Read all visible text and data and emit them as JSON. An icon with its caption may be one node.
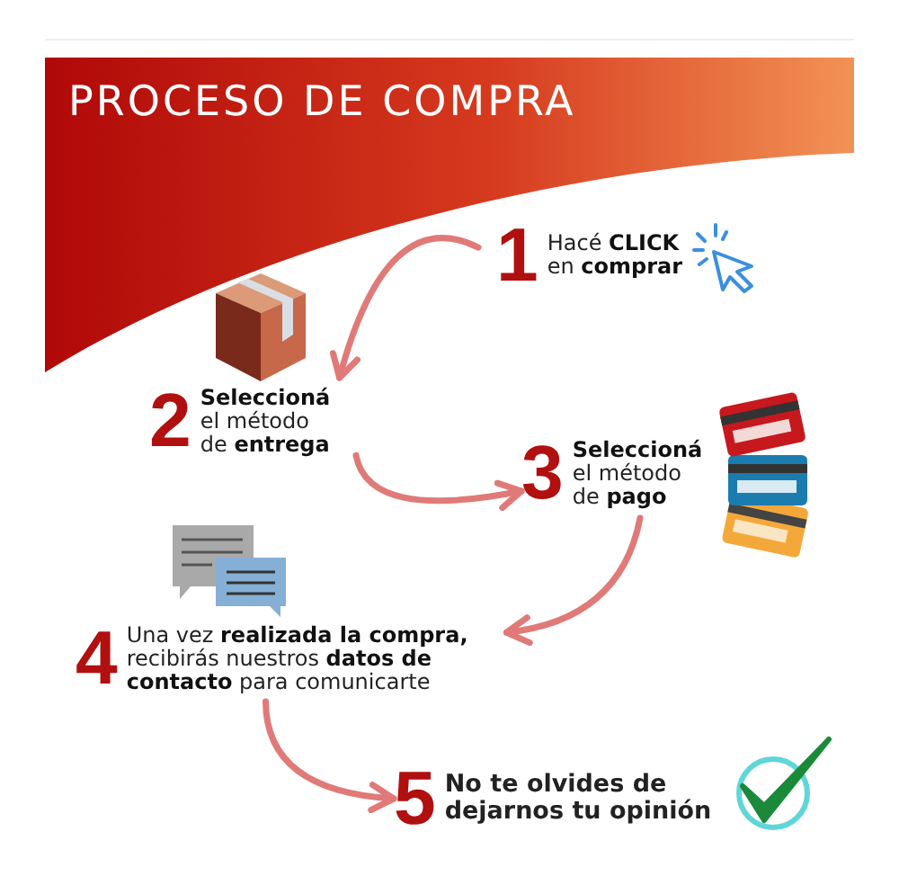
{
  "diagram": {
    "title": "PROCESO DE COMPRA",
    "nodes": [
      {
        "text": [
          "1",
          "Hacé **CLICK** en **comprar**"
        ]
      },
      {
        "text": [
          "2",
          "**Seleccioná** el método de **entrega**"
        ]
      },
      {
        "text": [
          "3",
          "**Seleccioná** el método de **pago**"
        ]
      },
      {
        "text": [
          "4",
          "Una vez **realizada la compra,** recibirás nuestros **datos de contacto** para comunicarte"
        ]
      },
      {
        "text": [
          "5",
          "No te olvides de dejarnos tu opinión"
        ]
      }
    ],
    "edges": [
      {
        "from": 0,
        "to": 1,
        "arrow": "to"
      },
      {
        "from": 1,
        "to": 2,
        "arrow": "to"
      },
      {
        "from": 2,
        "to": 3,
        "arrow": "to"
      },
      {
        "from": 3,
        "to": 4,
        "arrow": "to"
      }
    ]
  }
}
